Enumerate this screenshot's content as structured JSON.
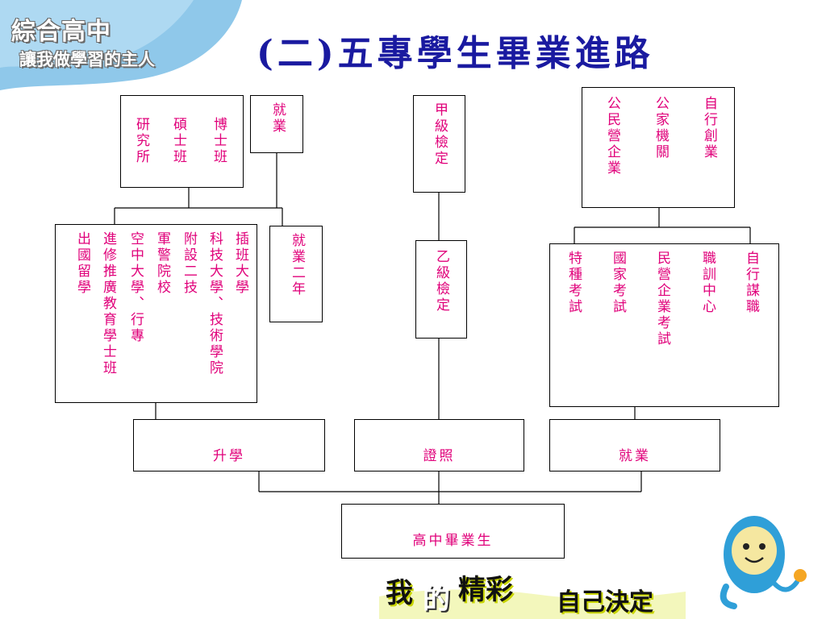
{
  "header": {
    "brand_line1": "綜合高中",
    "brand_line2": "讓我做學習的主人",
    "title": "(二)五專學生畢業進路"
  },
  "diagram": {
    "grad_studies": {
      "col1": "研究所",
      "col2": "碩士班",
      "col3": "博士班"
    },
    "employ_top": "就業",
    "class_a_exam": "甲級檢定",
    "career_top": {
      "col1": "公民營企業",
      "col2": "公家機關",
      "col3": "自行創業"
    },
    "further_study": {
      "col1": "出國留學",
      "col2": "進修推廣教育學士班",
      "col3": "空中大學、行專",
      "col4": "軍警院校",
      "col5": "附設二技",
      "col6": "科技大學、技術學院",
      "col7": "插班大學"
    },
    "employ_two_years": "就業二年",
    "class_b_exam": "乙級檢定",
    "career_mid": {
      "col1": "特種考試",
      "col2": "國家考試",
      "col3": "民營企業考試",
      "col4": "職訓中心",
      "col5": "自行謀職"
    },
    "path_study": "升學",
    "path_license": "證照",
    "path_employ": "就業",
    "root": "高中畢業生"
  },
  "footer": {
    "w1": "我",
    "w2": "的",
    "w3": "精彩",
    "w4": "自己決定"
  },
  "colors": {
    "title": "#1a1aa0",
    "node_text": "#e0007a",
    "header_blob": "#8fc8ea",
    "footer_accent": "#c8d400"
  }
}
